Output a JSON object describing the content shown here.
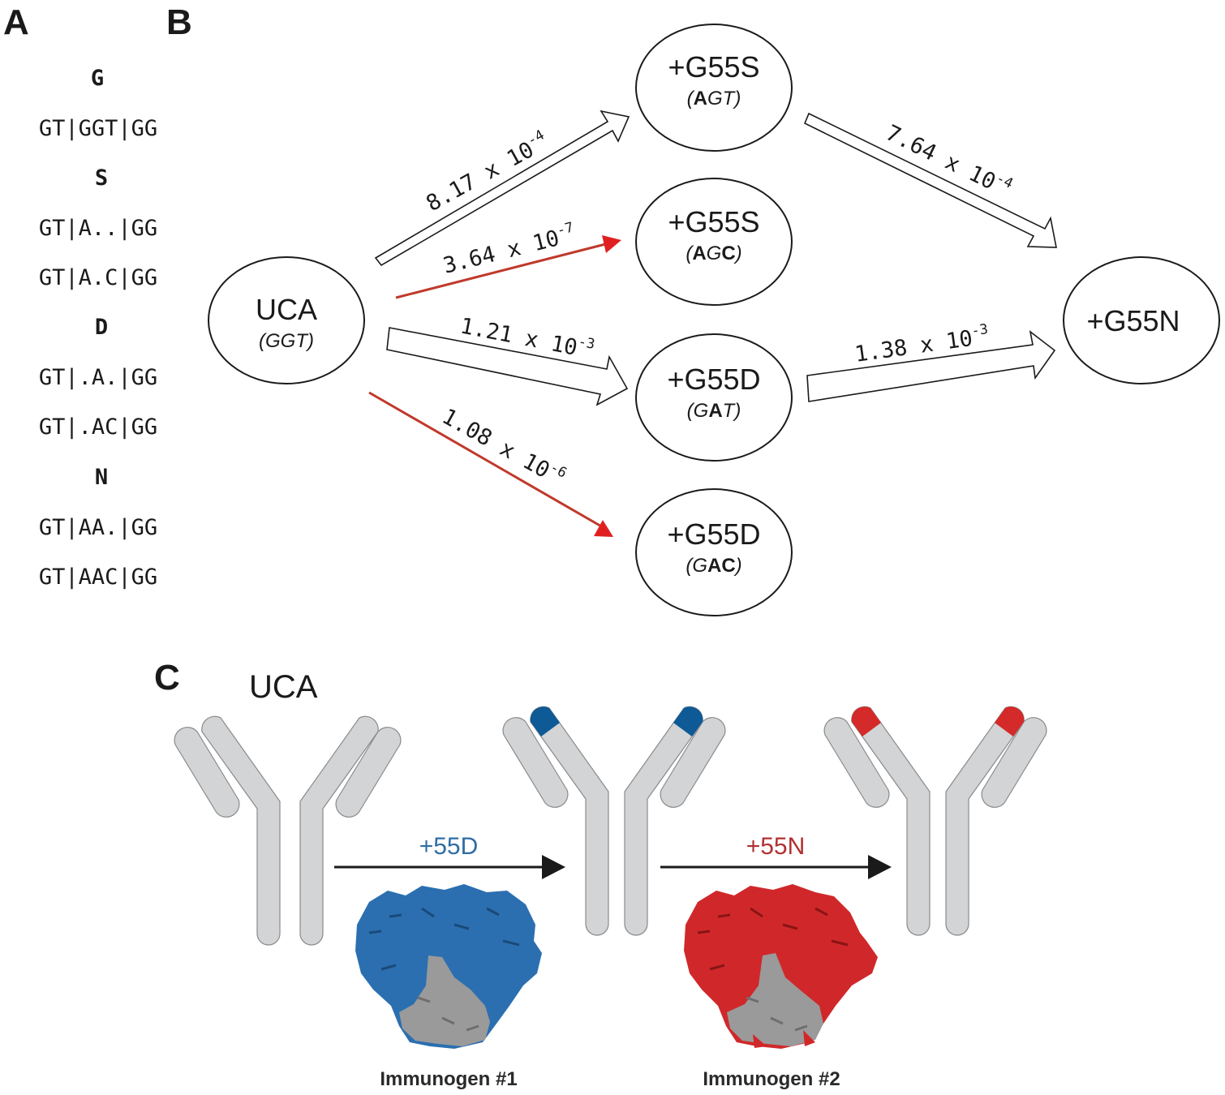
{
  "panels": {
    "a": "A",
    "b": "B",
    "c": "C"
  },
  "panel_a": {
    "rows": [
      {
        "text": "G",
        "bold": true
      },
      {
        "text": "GT|GGT|GG",
        "bold": false
      },
      {
        "text": "S",
        "bold": true
      },
      {
        "text": "GT|A..|GG",
        "bold": false
      },
      {
        "text": "GT|A.C|GG",
        "bold": false
      },
      {
        "text": "D",
        "bold": true
      },
      {
        "text": "GT|.A.|GG",
        "bold": false
      },
      {
        "text": "GT|.AC|GG",
        "bold": false
      },
      {
        "text": "N",
        "bold": true
      },
      {
        "text": "GT|AA.|GG",
        "bold": false
      },
      {
        "text": "GT|AAC|GG",
        "bold": false
      }
    ]
  },
  "panel_b": {
    "nodes": {
      "uca": {
        "label": "UCA",
        "codon": "(GGT)"
      },
      "g55s_agt": {
        "label": "+G55S",
        "codon_parts": [
          [
            "(",
            false
          ],
          [
            "A",
            true
          ],
          [
            "GT)",
            false
          ]
        ]
      },
      "g55s_agc": {
        "label": "+G55S",
        "codon_parts": [
          [
            "(",
            false
          ],
          [
            "A",
            true
          ],
          [
            "G",
            false
          ],
          [
            "C",
            true
          ],
          [
            ")",
            false
          ]
        ]
      },
      "g55d_gat": {
        "label": "+G55D",
        "codon_parts": [
          [
            "(G",
            false
          ],
          [
            "A",
            true
          ],
          [
            "T)",
            false
          ]
        ]
      },
      "g55d_gac": {
        "label": "+G55D",
        "codon_parts": [
          [
            "(G",
            false
          ],
          [
            "AC",
            true
          ],
          [
            ")",
            false
          ]
        ]
      },
      "g55n": {
        "label": "+G55N"
      }
    },
    "rates": {
      "uca_to_agt": {
        "mantissa": "8.17 x 10",
        "exp": "-4"
      },
      "uca_to_agc": {
        "mantissa": "3.64 x 10",
        "exp": "-7"
      },
      "uca_to_gat": {
        "mantissa": "1.21 x 10",
        "exp": "-3"
      },
      "uca_to_gac": {
        "mantissa": "1.08 x 10",
        "exp": "-6"
      },
      "agt_to_n": {
        "mantissa": "7.64 x 10",
        "exp": "-4"
      },
      "gat_to_n": {
        "mantissa": "1.38 x 10",
        "exp": "-3"
      }
    },
    "colors": {
      "low_prob_arrow": "#c0392b",
      "arrow_head": "#e02020"
    }
  },
  "panel_c": {
    "uca_label": "UCA",
    "step1": {
      "label": "+55D",
      "color": "#2e6da4",
      "immunogen": "Immunogen #1"
    },
    "step2": {
      "label": "+55N",
      "color": "#b03030",
      "immunogen": "Immunogen #2"
    },
    "colors": {
      "antibody": "#d3d4d6",
      "antibody_stroke": "#8a8a8a",
      "tip_blue": "#0d5a96",
      "tip_red": "#d42a2a",
      "protein_blue": "#2b6fb0",
      "protein_red": "#d0282a",
      "protein_grey": "#9a9a9a"
    }
  }
}
